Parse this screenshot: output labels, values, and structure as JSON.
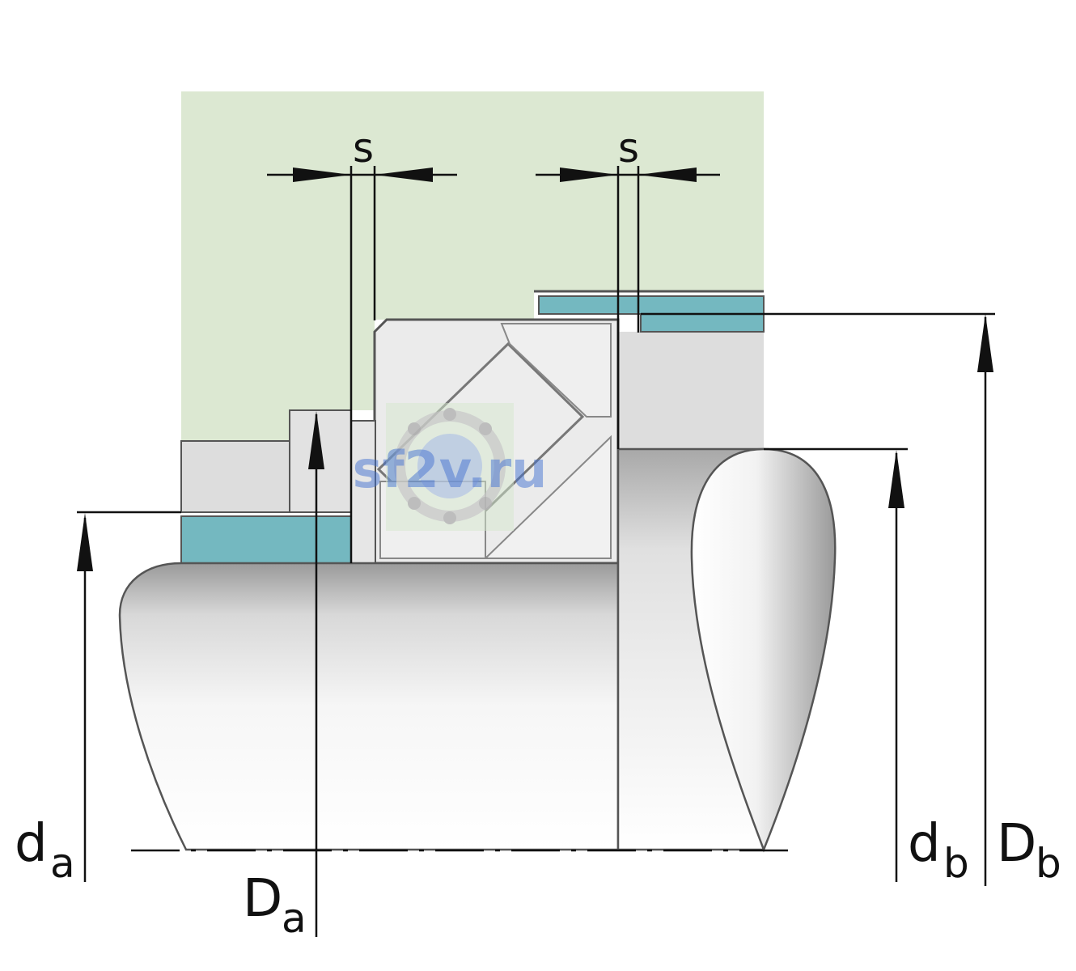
{
  "labels": {
    "s_left": "s",
    "s_right": "s",
    "da_main": "d",
    "da_sub": "a",
    "Da_main": "D",
    "Da_sub": "a",
    "db_main": "d",
    "db_sub": "b",
    "Db_main": "D",
    "Db_sub": "b"
  },
  "watermark": {
    "text": "sf2v.ru",
    "icon": "bearing-icon"
  },
  "colors": {
    "housing": "#dce8d2",
    "seal": "#74b8c0",
    "bearing": "#ebebeb",
    "spacer": "#dddddd",
    "outline": "#555555",
    "dim_line": "#111111"
  }
}
